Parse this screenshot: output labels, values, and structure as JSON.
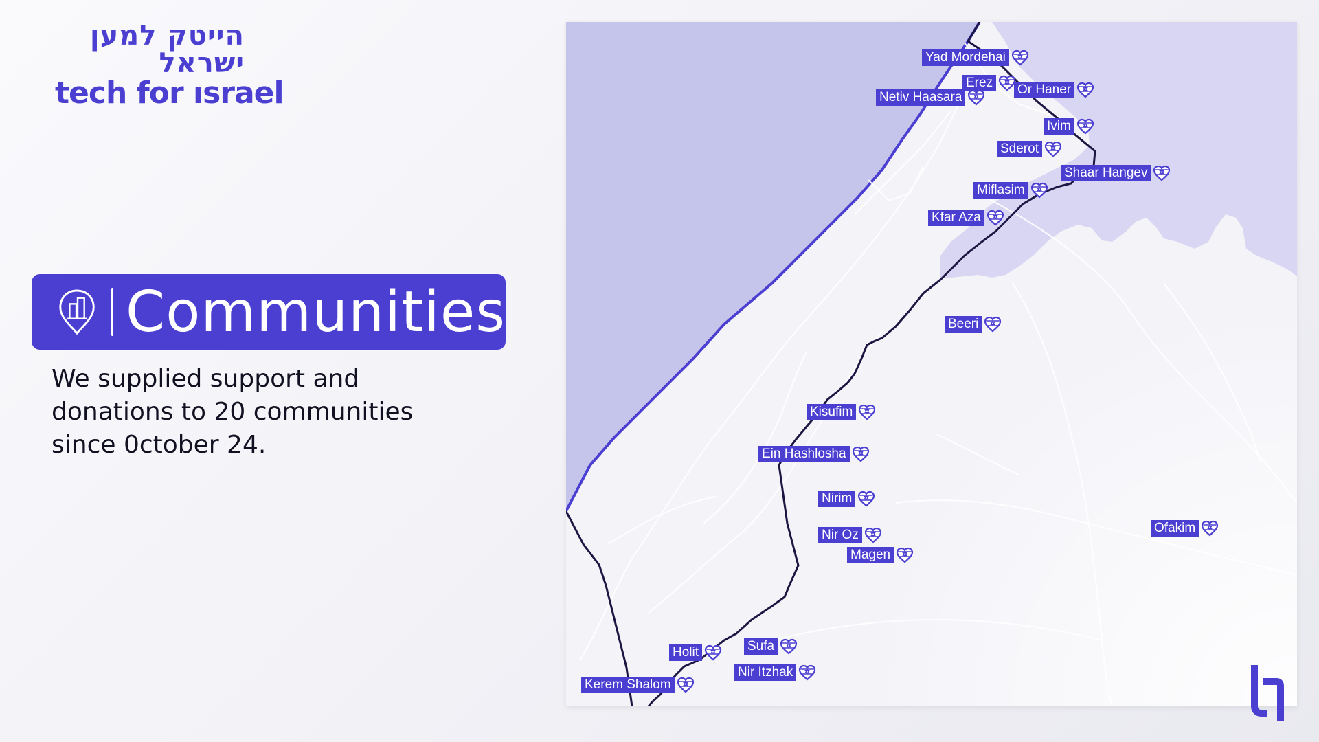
{
  "logo": {
    "hebrew": "הייטק למען ישראל",
    "english": "tech for ısrael"
  },
  "banner": {
    "title": "Communities",
    "icon": "community-pin-icon"
  },
  "description": "We supplied support and donations to 20 communities since 0ctober 24.",
  "colors": {
    "brand": "#4b3fd2",
    "sea": "#c5c4ea",
    "region": "#d9d6f3",
    "border": "#1c1642"
  },
  "communities": [
    {
      "name": "Yad Mordehai"
    },
    {
      "name": "Erez"
    },
    {
      "name": "Or Haner"
    },
    {
      "name": "Netiv Haasara"
    },
    {
      "name": "Ivim"
    },
    {
      "name": "Sderot"
    },
    {
      "name": "Shaar Hangev"
    },
    {
      "name": "Miflasim"
    },
    {
      "name": "Kfar Aza"
    },
    {
      "name": "Beeri"
    },
    {
      "name": "Kisufim"
    },
    {
      "name": "Ein Hashlosha"
    },
    {
      "name": "Nirim"
    },
    {
      "name": "Nir Oz"
    },
    {
      "name": "Magen"
    },
    {
      "name": "Ofakim"
    },
    {
      "name": "Sufa"
    },
    {
      "name": "Holit"
    },
    {
      "name": "Nir Itzhak"
    },
    {
      "name": "Kerem Shalom"
    }
  ],
  "icons": {
    "marker": "israel-flag-heart-icon",
    "corner": "brand-mark-icon"
  }
}
